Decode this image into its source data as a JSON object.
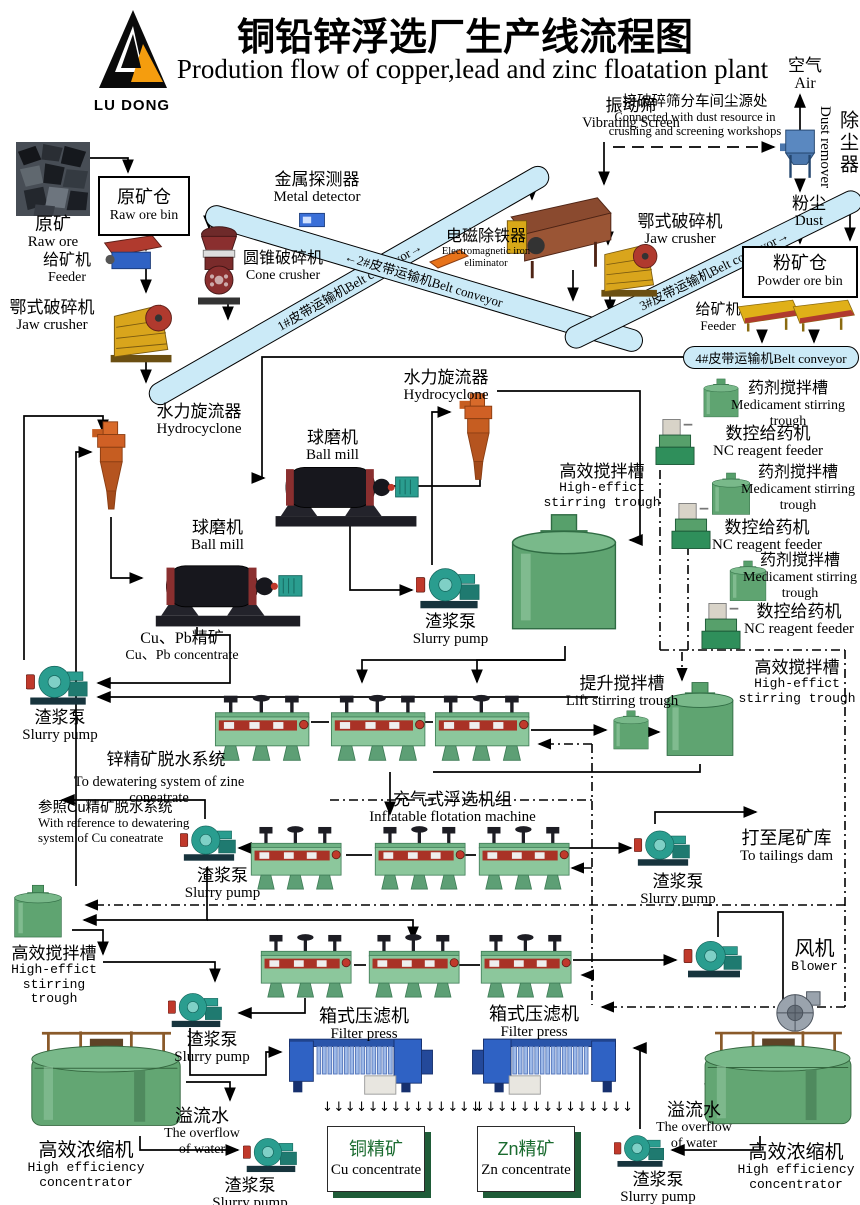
{
  "header": {
    "title_cn": "铜铅锌浮选厂生产线流程图",
    "title_en": "Prodution flow of copper,lead and zinc floatation plant",
    "logo_text": "LU DONG"
  },
  "labels": {
    "air": {
      "cn": "空气",
      "en": "Air"
    },
    "dust_note": {
      "cn": "接破碎筛分车间尘源处",
      "en1": "Connected with dust resource in",
      "en2": "crushing and screening workshops"
    },
    "dust_remover": {
      "cn": "除尘器",
      "en": "Dust remover"
    },
    "dust": {
      "cn": "粉尘",
      "en": "Dust"
    },
    "powder_bin": {
      "cn": "粉矿仓",
      "en": "Powder ore bin"
    },
    "raw_ore": {
      "cn": "原矿",
      "en": "Raw ore"
    },
    "raw_ore_bin": {
      "cn": "原矿仓",
      "en": "Raw ore bin"
    },
    "feeder": {
      "cn": "给矿机",
      "en": "Feeder"
    },
    "jaw": {
      "cn": "鄂式破碎机",
      "en": "Jaw crusher"
    },
    "cone": {
      "cn": "圆锥破碎机",
      "en": "Cone crusher"
    },
    "detector": {
      "cn": "金属探测器",
      "en": "Metal detector"
    },
    "screen": {
      "cn": "振动筛",
      "en": "Vibrating  Screen"
    },
    "mag": {
      "cn": "电磁除铁器",
      "en1": "Electromagnetic iron",
      "en2": "eliminator"
    },
    "belt1": {
      "text": "1#皮带运输机Belt conveyor→"
    },
    "belt2": {
      "text": "←2#皮带运输机Belt conveyor"
    },
    "belt3": {
      "text": "3#皮带运输机Belt conveyor→"
    },
    "belt4": {
      "text": "4#皮带运输机Belt conveyor"
    },
    "cyclone": {
      "cn": "水力旋流器",
      "en": "Hydrocyclone"
    },
    "mill": {
      "cn": "球磨机",
      "en": "Ball  mill"
    },
    "hi_trough": {
      "cn": "高效搅拌槽",
      "en1": "High-effict",
      "en2": "stirring trough"
    },
    "med_trough": {
      "cn": "药剂搅拌槽",
      "en1": "Medicament stirring",
      "en2": "trough"
    },
    "nc": {
      "cn": "数控给药机",
      "en": "NC reagent feeder"
    },
    "pump": {
      "cn": "渣浆泵",
      "en": "Slurry pump"
    },
    "cupb": {
      "cn": "Cu、Pb精矿",
      "en": "Cu、Pb concentrate"
    },
    "lift": {
      "cn": "提升搅拌槽",
      "en": "Lift stirring trough"
    },
    "zn_dew": {
      "cn": "锌精矿脱水系统",
      "en": "To dewatering system of zine coneatrate"
    },
    "cu_ref": {
      "cn": "参照Cu精矿脱水系统",
      "en1": "With reference to dewatering",
      "en2": "system of Cu coneatrate"
    },
    "inflat": {
      "cn": "充气式浮选机组",
      "en": "Inflatable flotation machine"
    },
    "tail": {
      "cn": "打至尾矿库",
      "en": "To tailings dam"
    },
    "blower": {
      "cn": "风机",
      "en": "Blower"
    },
    "overflow": {
      "cn": "溢流水",
      "en1": "The overflow",
      "en2": "of water"
    },
    "conc": {
      "cn": "高效浓缩机",
      "en1": "High efficiency",
      "en2": "concentrator"
    },
    "press": {
      "cn": "箱式压滤机",
      "en": "Filter press"
    },
    "cu_box": {
      "cn": "铜精矿",
      "en": "Cu concentrate"
    },
    "zn_box": {
      "cn": "Zn精矿",
      "en": "Zn concentrate"
    },
    "drop_arrows": "↓↓↓↓↓↓↓↓↓↓↓↓↓↓"
  }
}
